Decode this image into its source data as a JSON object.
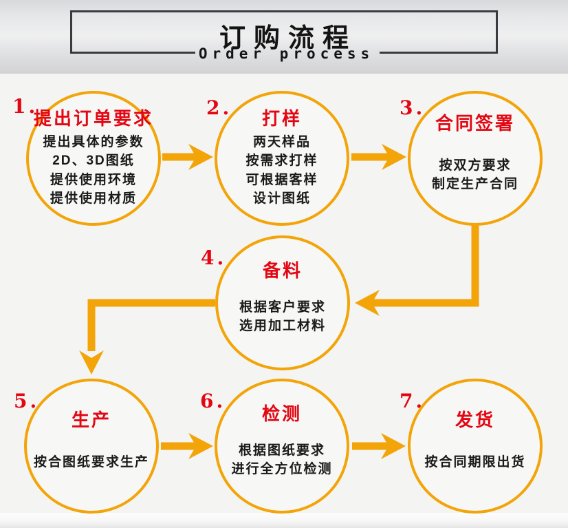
{
  "colors": {
    "accent_orange": "#f2a408",
    "accent_red": "#e30613",
    "text_black": "#1a1a1a",
    "header_border": "#3a3a40"
  },
  "header": {
    "title": "订购流程",
    "subtitle": "Order process"
  },
  "steps": [
    {
      "num": "1.",
      "title": "提出订单要求",
      "lines": [
        "提出具体的参数",
        "2D、3D图纸",
        "提供使用环境",
        "提供使用材质"
      ]
    },
    {
      "num": "2.",
      "title": "打样",
      "lines": [
        "两天样品",
        "按需求打样",
        "可根据客样",
        "设计图纸"
      ]
    },
    {
      "num": "3.",
      "title": "合同签署",
      "lines": [
        "按双方要求",
        "制定生产合同"
      ]
    },
    {
      "num": "4.",
      "title": "备料",
      "lines": [
        "根据客户要求",
        "选用加工材料"
      ]
    },
    {
      "num": "5.",
      "title": "生产",
      "lines": [
        "按合图纸要求生产"
      ]
    },
    {
      "num": "6.",
      "title": "检测",
      "lines": [
        "根据图纸要求",
        "进行全方位检测"
      ]
    },
    {
      "num": "7.",
      "title": "发货",
      "lines": [
        "按合同期限出货"
      ]
    }
  ]
}
